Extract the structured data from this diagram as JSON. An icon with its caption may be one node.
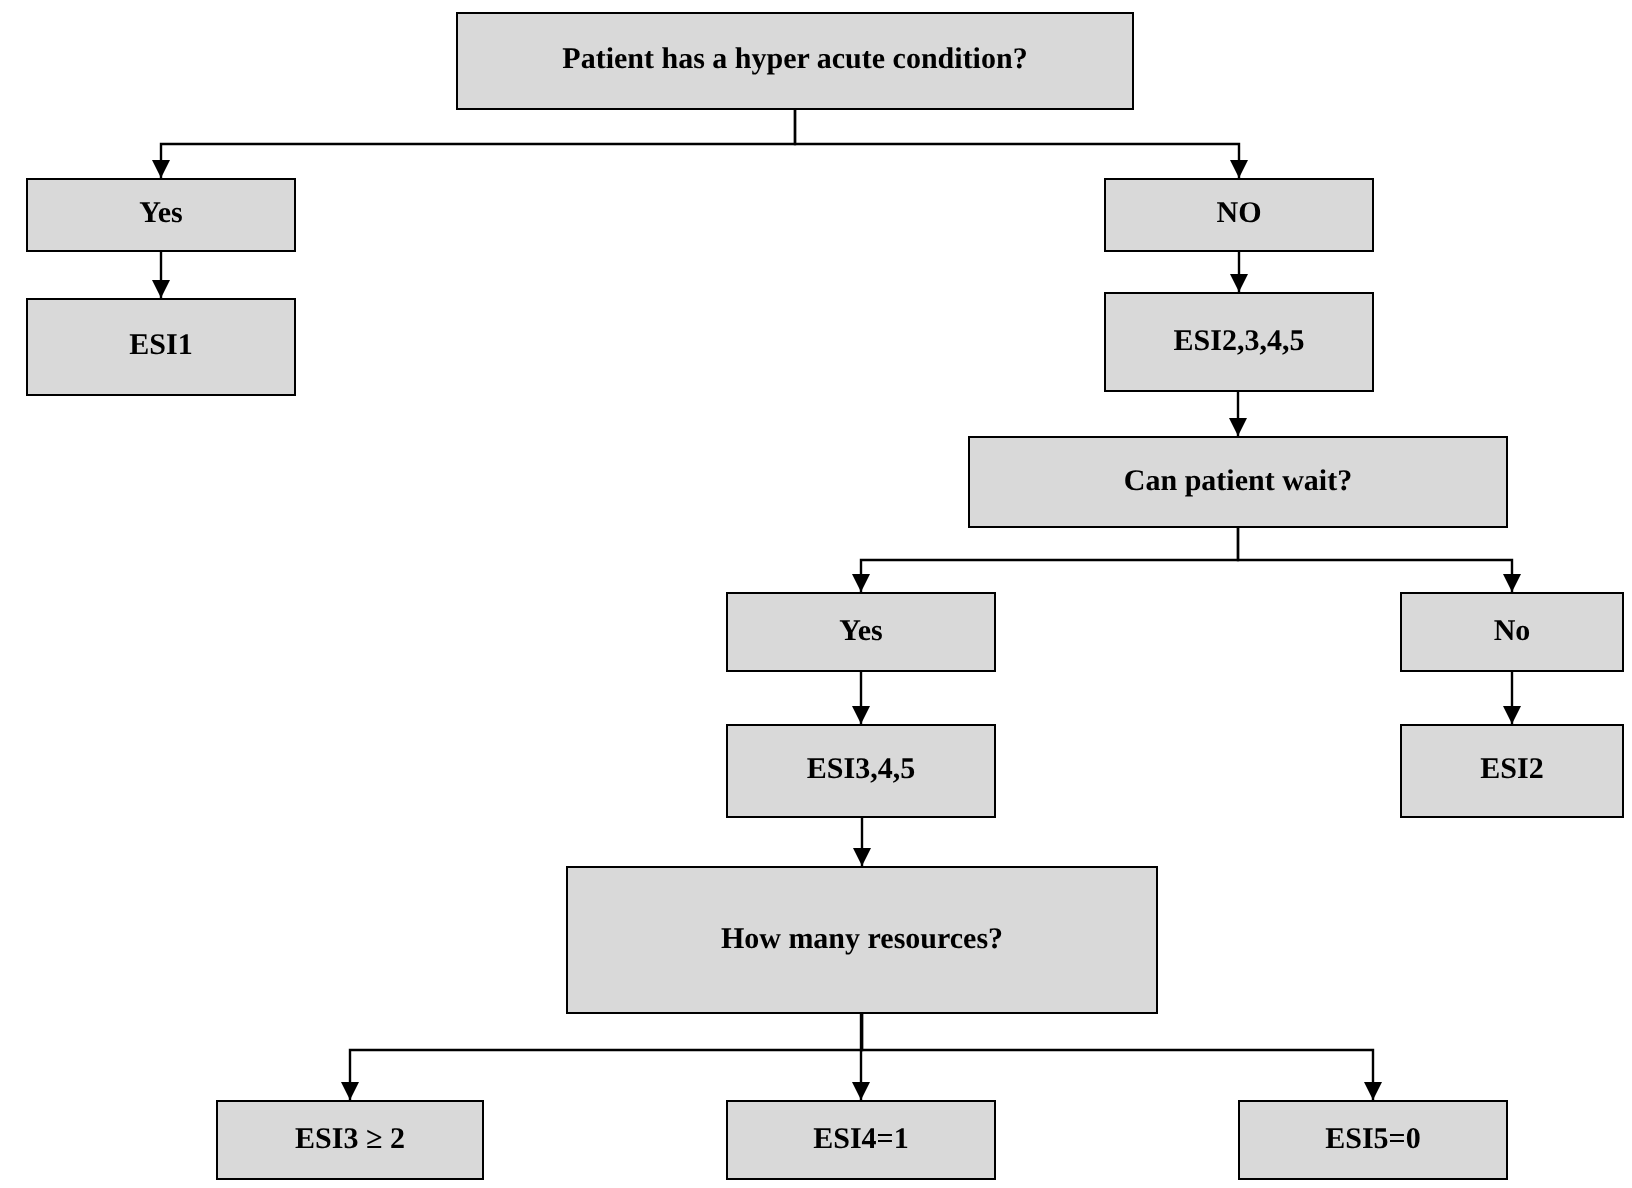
{
  "diagram": {
    "nodes": [
      {
        "text": [
          "Patient has a hyper acute condition?"
        ]
      },
      {
        "text": [
          "Yes"
        ]
      },
      {
        "text": [
          "ESI1"
        ]
      },
      {
        "text": [
          "NO"
        ]
      },
      {
        "text": [
          "ESI2,3,4,5"
        ]
      },
      {
        "text": [
          "Can patient wait?"
        ]
      },
      {
        "text": [
          "Yes"
        ]
      },
      {
        "text": [
          "No"
        ]
      },
      {
        "text": [
          "ESI3,4,5"
        ]
      },
      {
        "text": [
          "ESI2"
        ]
      },
      {
        "text": [
          "How many resources?"
        ]
      },
      {
        "text": [
          "ESI3 ≥ 2"
        ]
      },
      {
        "text": [
          "ESI4=1"
        ]
      },
      {
        "text": [
          "ESI5=0"
        ]
      }
    ],
    "edges": [
      {
        "from": 0,
        "to": 1,
        "arrow": "to"
      },
      {
        "from": 0,
        "to": 3,
        "arrow": "to"
      },
      {
        "from": 1,
        "to": 2,
        "arrow": "to"
      },
      {
        "from": 3,
        "to": 4,
        "arrow": "to"
      },
      {
        "from": 4,
        "to": 5,
        "arrow": "to"
      },
      {
        "from": 5,
        "to": 6,
        "arrow": "to"
      },
      {
        "from": 5,
        "to": 7,
        "arrow": "to"
      },
      {
        "from": 6,
        "to": 8,
        "arrow": "to"
      },
      {
        "from": 7,
        "to": 9,
        "arrow": "to"
      },
      {
        "from": 8,
        "to": 10,
        "arrow": "to"
      },
      {
        "from": 10,
        "to": 11,
        "arrow": "to"
      },
      {
        "from": 10,
        "to": 12,
        "arrow": "to"
      },
      {
        "from": 10,
        "to": 13,
        "arrow": "to"
      }
    ]
  }
}
